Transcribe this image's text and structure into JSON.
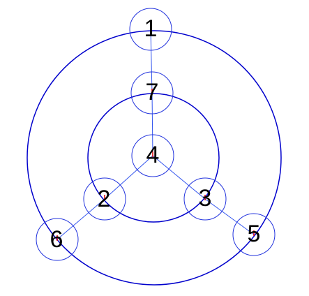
{
  "graph": {
    "nodes": [
      {
        "id": "n1",
        "label": "1"
      },
      {
        "id": "n7",
        "label": "7"
      },
      {
        "id": "n4",
        "label": "4"
      },
      {
        "id": "n2",
        "label": "2"
      },
      {
        "id": "n3",
        "label": "3"
      },
      {
        "id": "n6",
        "label": "6"
      },
      {
        "id": "n5",
        "label": "5"
      }
    ],
    "edges": [
      {
        "from": "n1",
        "to": "n7"
      },
      {
        "from": "n7",
        "to": "n4"
      },
      {
        "from": "n4",
        "to": "n2"
      },
      {
        "from": "n4",
        "to": "n3"
      },
      {
        "from": "n2",
        "to": "n6"
      },
      {
        "from": "n3",
        "to": "n5"
      }
    ],
    "colors": {
      "outline": "#0000cc",
      "edge": "#3355ee",
      "node": "#2233dd",
      "label": "#000000",
      "marker": "#dd0000"
    }
  }
}
